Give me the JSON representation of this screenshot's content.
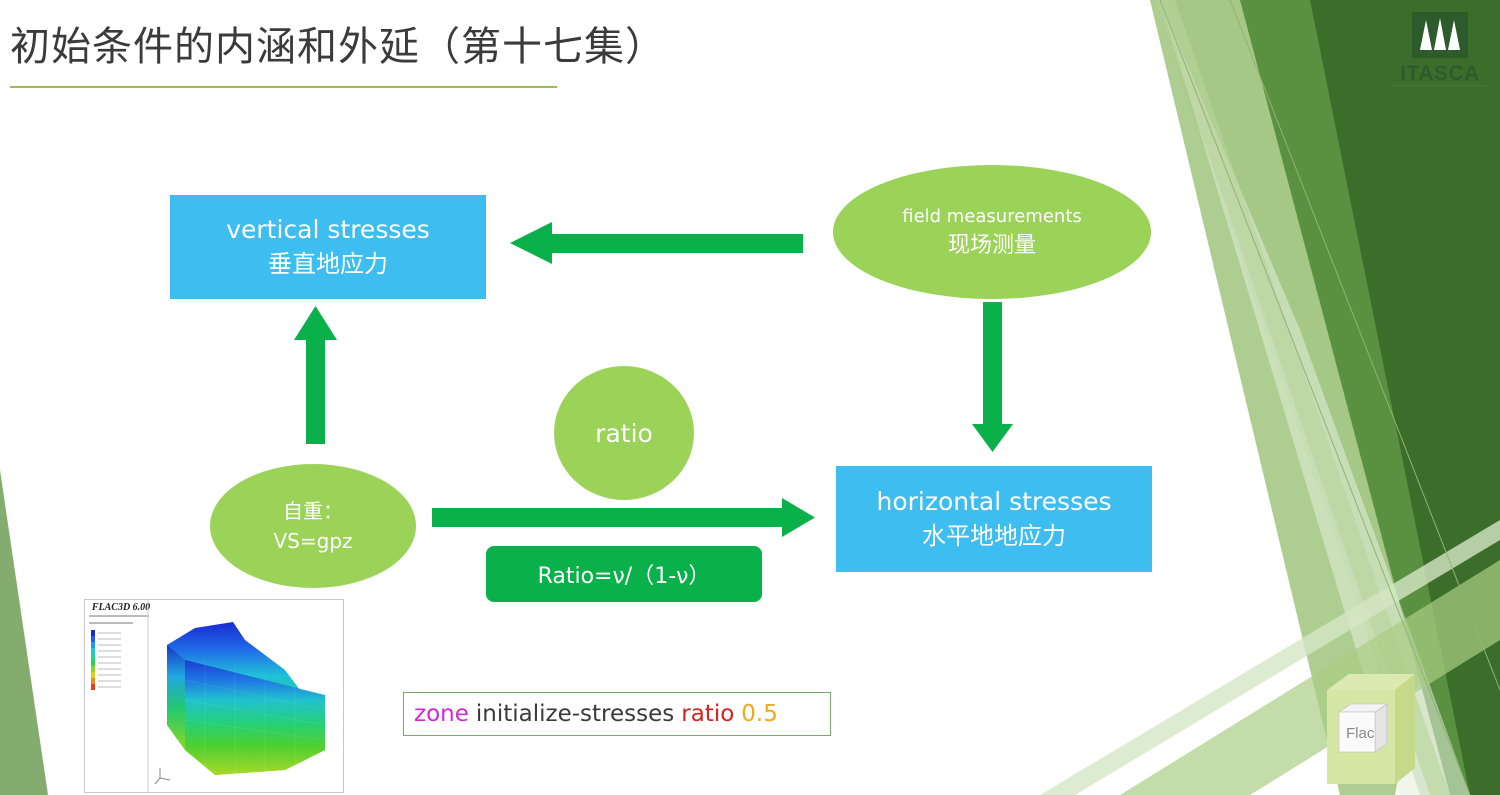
{
  "slide": {
    "title": "初始条件的内涵和外延（第十七集）"
  },
  "logo": {
    "name": "ITASCA",
    "colors": {
      "primary": "#2e5b2b"
    }
  },
  "nodes": {
    "vertical": {
      "en": "vertical stresses",
      "cn": "垂直地应力"
    },
    "field": {
      "en": "field measurements",
      "cn": "现场测量"
    },
    "horizontal": {
      "en": "horizontal stresses",
      "cn": "水平地地应力"
    },
    "selfweight": {
      "line1": "自重：",
      "line2": "VS=gpz"
    },
    "ratio": {
      "label": "ratio"
    },
    "formula": {
      "label": "Ratio=ν/（1-ν）"
    }
  },
  "command": {
    "keyword": "zone",
    "verb": "initialize-stresses",
    "param": "ratio",
    "value": "0.5"
  },
  "inset": {
    "title": "FLAC3D 6.00"
  },
  "cube": {
    "label": "Flac"
  },
  "colors": {
    "blue_box": "#3ebdf0",
    "ellipse": "#9bd258",
    "arrow": "#0ab04a",
    "title_rule": "#9cbf4a",
    "cmd_keyword": "#d02ad0",
    "cmd_verb": "#3a3a3a",
    "cmd_param": "#d2231e",
    "cmd_value": "#f0a81e"
  }
}
